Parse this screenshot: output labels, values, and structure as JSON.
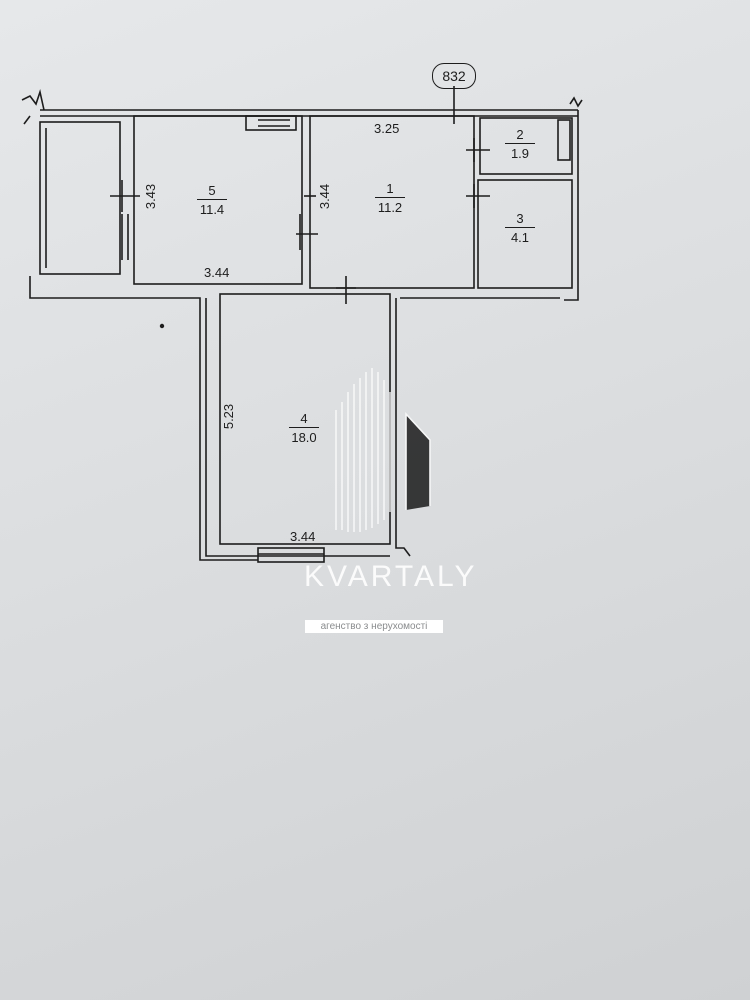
{
  "axis_label": "832",
  "rooms": [
    {
      "number": "1",
      "area": "11.2"
    },
    {
      "number": "2",
      "area": "1.9"
    },
    {
      "number": "3",
      "area": "4.1"
    },
    {
      "number": "4",
      "area": "18.0"
    },
    {
      "number": "5",
      "area": "11.4"
    }
  ],
  "dimensions": {
    "room1_top": "3.25",
    "room1_side": "3.44",
    "room5_side": "3.43",
    "room5_bottom": "3.44",
    "room4_side": "5.23",
    "room4_bottom": "3.44"
  },
  "watermark": {
    "name": "KVARTALY",
    "tagline": "агенство з нерухомості",
    "color": "#ffffff"
  },
  "colors": {
    "ink": "#1d1d1d",
    "paper": "#e2e4e6"
  }
}
